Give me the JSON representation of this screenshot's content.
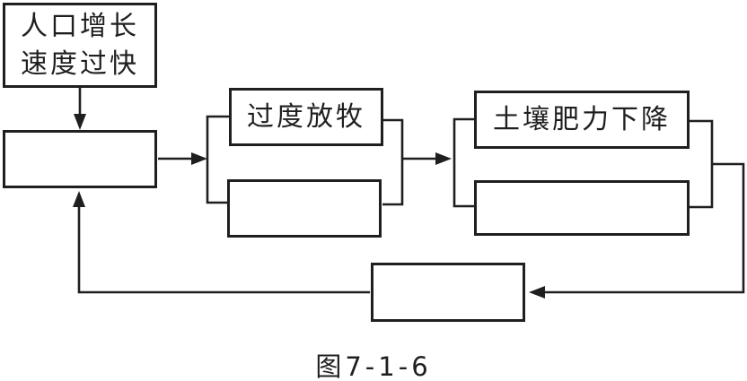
{
  "figure": {
    "caption": "图7-1-6"
  },
  "nodes": {
    "population": {
      "text_line1": "人口增长",
      "text_line2": "速度过快"
    },
    "blank_left": {
      "text": ""
    },
    "overgrazing": {
      "text": "过度放牧"
    },
    "blank_mid_lower": {
      "text": ""
    },
    "soil_fertility": {
      "text": "土壤肥力下降"
    },
    "blank_right_lower": {
      "text": ""
    },
    "blank_bottom": {
      "text": ""
    }
  },
  "colors": {
    "line": "#1f1f1f",
    "background": "#ffffff",
    "text": "#1f1f1f"
  }
}
